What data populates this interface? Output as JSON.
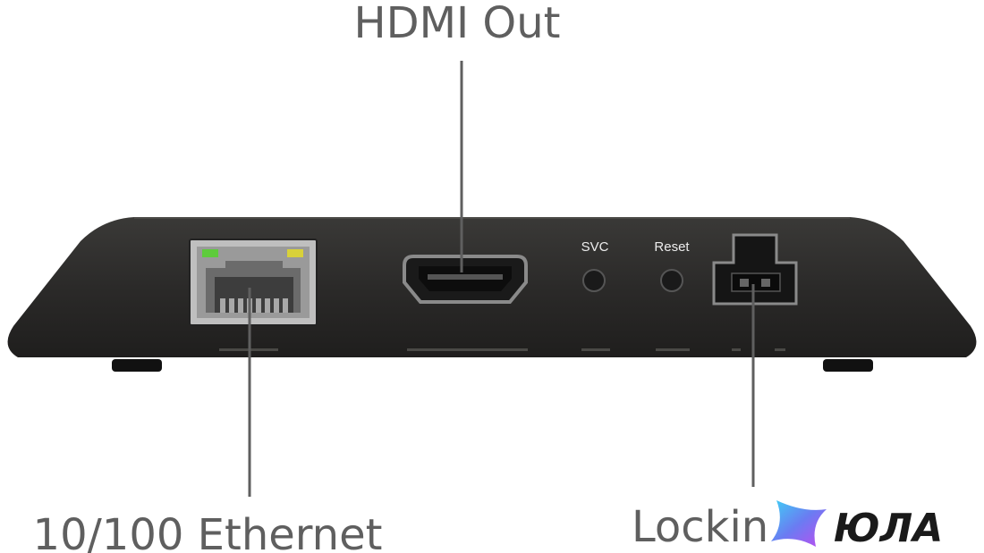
{
  "callouts": {
    "hdmi": "HDMI Out",
    "ethernet": "10/100 Ethernet",
    "power": "Lockin"
  },
  "device": {
    "svc_label": "SVC",
    "reset_label": "Reset"
  },
  "watermark": {
    "brand": "ЮЛА"
  },
  "colors": {
    "body": "#2b2a29",
    "callout_text": "#5f5f5f",
    "led_green": "#5ecb3c",
    "led_yellow": "#d8d13a"
  }
}
